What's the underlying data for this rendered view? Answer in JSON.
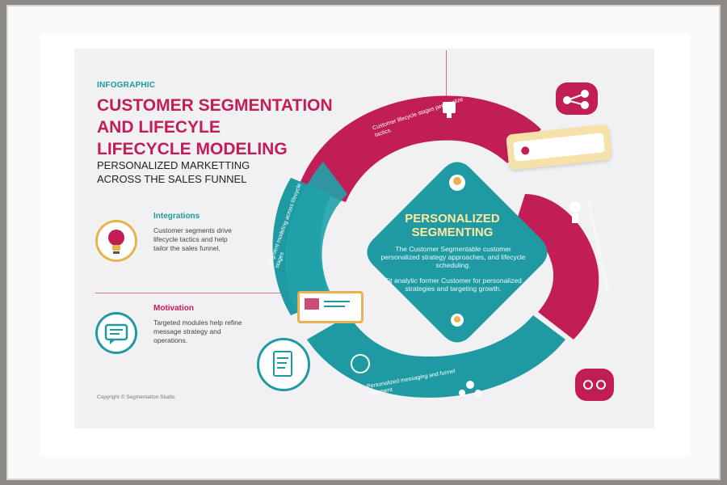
{
  "header": {
    "label": "INFOGRAPHIC",
    "title_lines": [
      "CUSTOMER SEGMENTATION",
      "AND LIFECYLE",
      "LIFECYCLE MODELING"
    ],
    "subtitle_lines": [
      "PERSONALIZED MARKETTING",
      "ACROSS THE SALES FUNNEL"
    ]
  },
  "cards": [
    {
      "head": "Integrations",
      "body": "Customer segments drive lifecycle tactics and help tailor the sales funnel."
    },
    {
      "head": "Motivation",
      "body": "Targeted modules help refine message strategy and operations."
    }
  ],
  "center": {
    "title_lines": [
      "PERSONALIZED",
      "SEGMENTING"
    ],
    "para1": "The Customer Segmentable customer personalized strategy approaches, and lifecycle scheduling.",
    "para2": "Fit analytic former Customer for personalized strategies and targeting growth."
  },
  "arcs": {
    "top": "Customer lifecycle stages personalize tactics.",
    "left": "Segment modeling across lifecycle stages",
    "right": "Lifecycle strategy across sales funnel",
    "bottom": "Personalized messaging and funnel alignment"
  },
  "footer": "Copyright © Segmentation Studio",
  "colors": {
    "magenta": "#c21e56",
    "teal": "#1f9aa3",
    "gold": "#e8b34e"
  },
  "icons": [
    "people-network-icon",
    "lightbulb-icon",
    "chat-bubble-icon",
    "document-icon",
    "laptop-icon",
    "location-pin-icon",
    "people-icon"
  ]
}
